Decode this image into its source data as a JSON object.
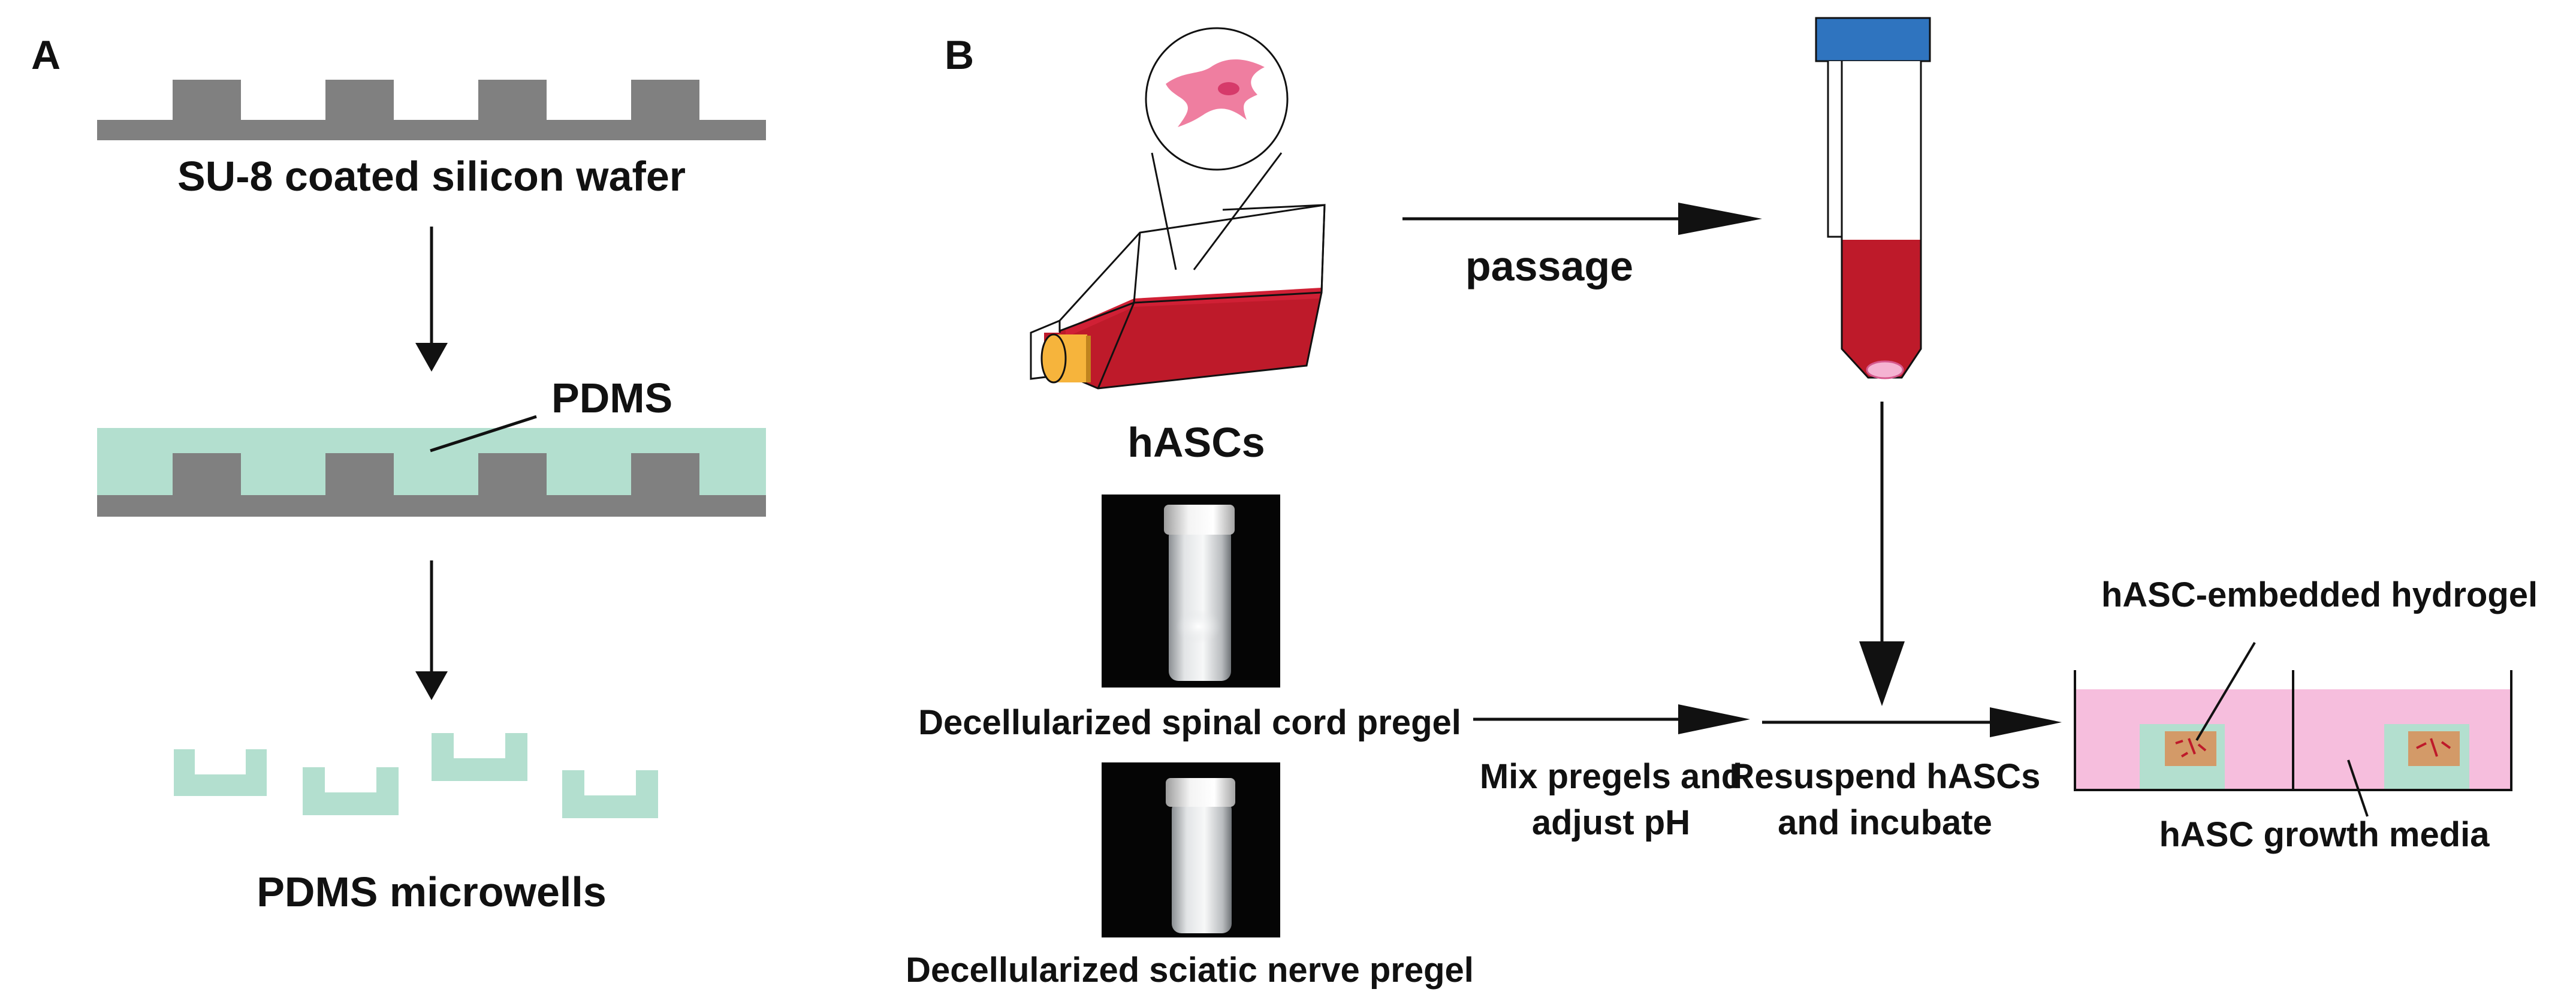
{
  "panel_a": {
    "letter": "A",
    "wafer_label": "SU-8 coated silicon wafer",
    "pdms_label": "PDMS",
    "microwells_label": "PDMS microwells"
  },
  "panel_b": {
    "letter": "B",
    "cells_label": "hASCs",
    "passage_label": "passage",
    "spinal_label": "Decellularized spinal cord pregel",
    "sciatic_label": "Decellularized sciatic nerve pregel",
    "mix_line1": "Mix pregels and",
    "mix_line2": "adjust pH",
    "resuspend_line1": "Resuspend hASCs",
    "resuspend_line2": "and incubate",
    "hydrogel_label": "hASC-embedded hydrogel",
    "media_label": "hASC growth media"
  },
  "colors": {
    "wafer_gray": "#808080",
    "pdms_mint": "#b3dfcf",
    "media_red": "#be1a2a",
    "cap_blue": "#2f74bf",
    "cap_orange": "#f6b43c",
    "cell_pink": "#ef7ea0",
    "well_pink": "#f6bedd",
    "hydrogel_tan": "#d39a68"
  },
  "icons": {
    "flask": "culture-flask-icon",
    "tube": "centrifuge-tube-icon",
    "cell": "stem-cell-icon",
    "vial_photo": "pregel-vial-photo"
  }
}
